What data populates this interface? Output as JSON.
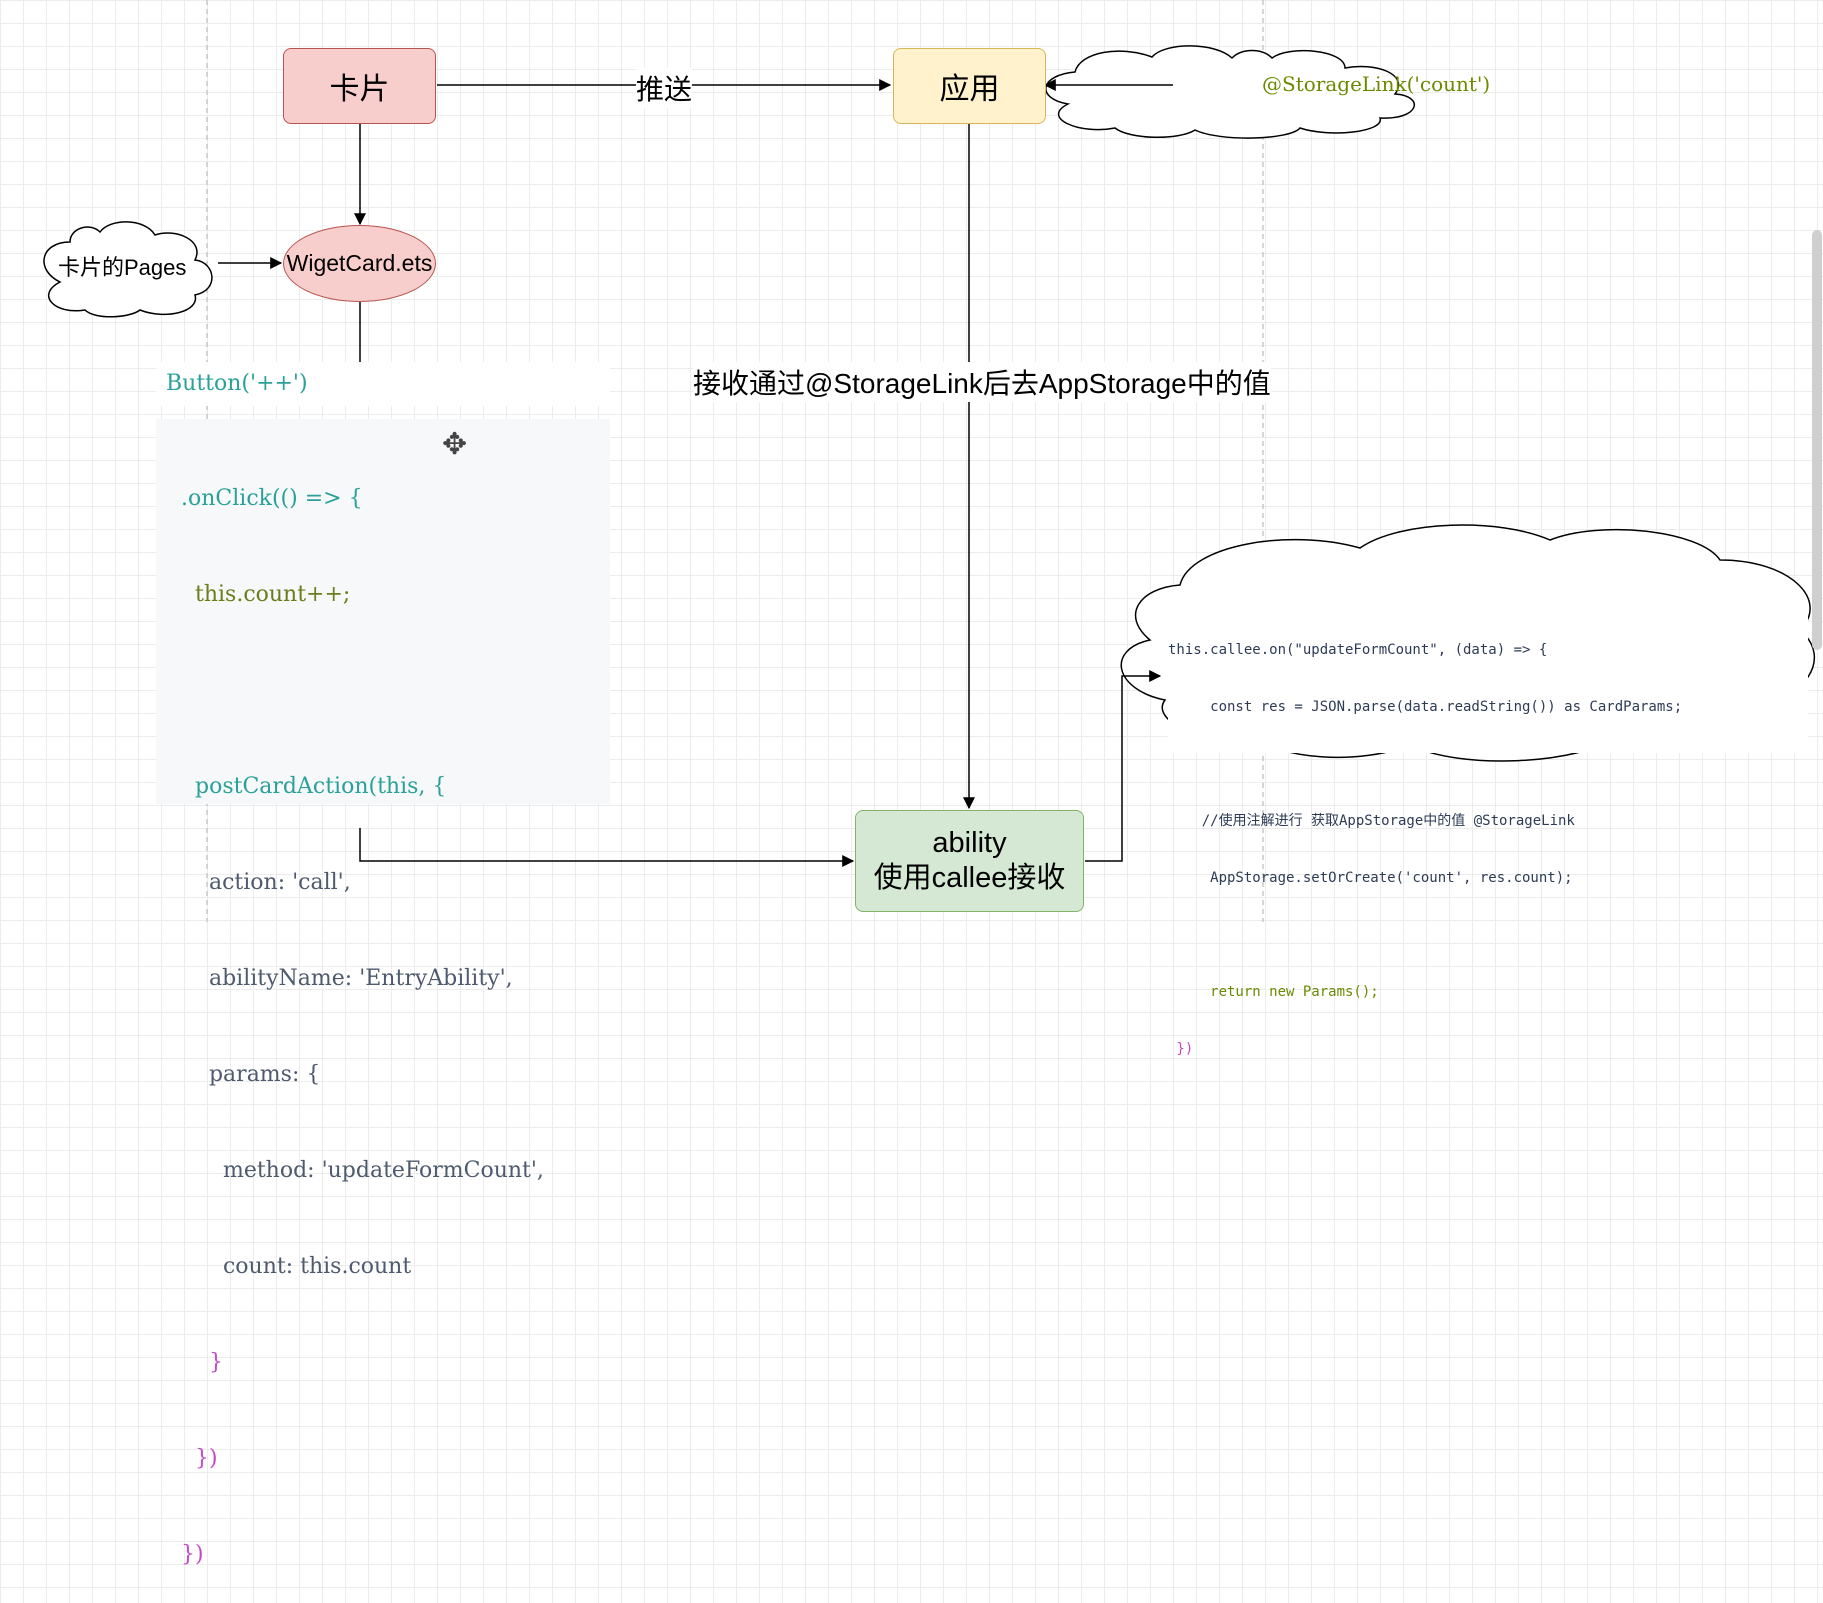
{
  "nodes": {
    "card": "卡片",
    "app": "应用",
    "widget": "WigetCard.ets",
    "pages_cloud": "卡片的Pages",
    "storage_cloud": "@StorageLink('count')",
    "ability_line1": "ability",
    "ability_line2": "使用callee接收"
  },
  "edges": {
    "push": "推送",
    "receive": "接收通过@StorageLink后去AppStorage中的值"
  },
  "code_left": {
    "header": "Button('++')",
    "lines": [
      ".onClick(() => {",
      "  this.count++;",
      "",
      "  postCardAction(this, {",
      "    action: 'call',",
      "    abilityName: 'EntryAbility',",
      "    params: {",
      "      method: 'updateFormCount',",
      "      count: this.count",
      "    }",
      "  })",
      "})"
    ]
  },
  "code_right": {
    "lines": [
      "this.callee.on(\"updateFormCount\", (data) => {",
      "     const res = JSON.parse(data.readString()) as CardParams;",
      "",
      "    //使用注解进行 获取AppStorage中的值 @StorageLink",
      "     AppStorage.setOrCreate('count', res.count);",
      "",
      "     return new Params();",
      " })"
    ]
  },
  "colors": {
    "card_fill": "#f8cecc",
    "card_stroke": "#b85450",
    "app_fill": "#fff2cc",
    "app_stroke": "#d6b656",
    "ability_fill": "#d5e8d4",
    "ability_stroke": "#82b366"
  }
}
